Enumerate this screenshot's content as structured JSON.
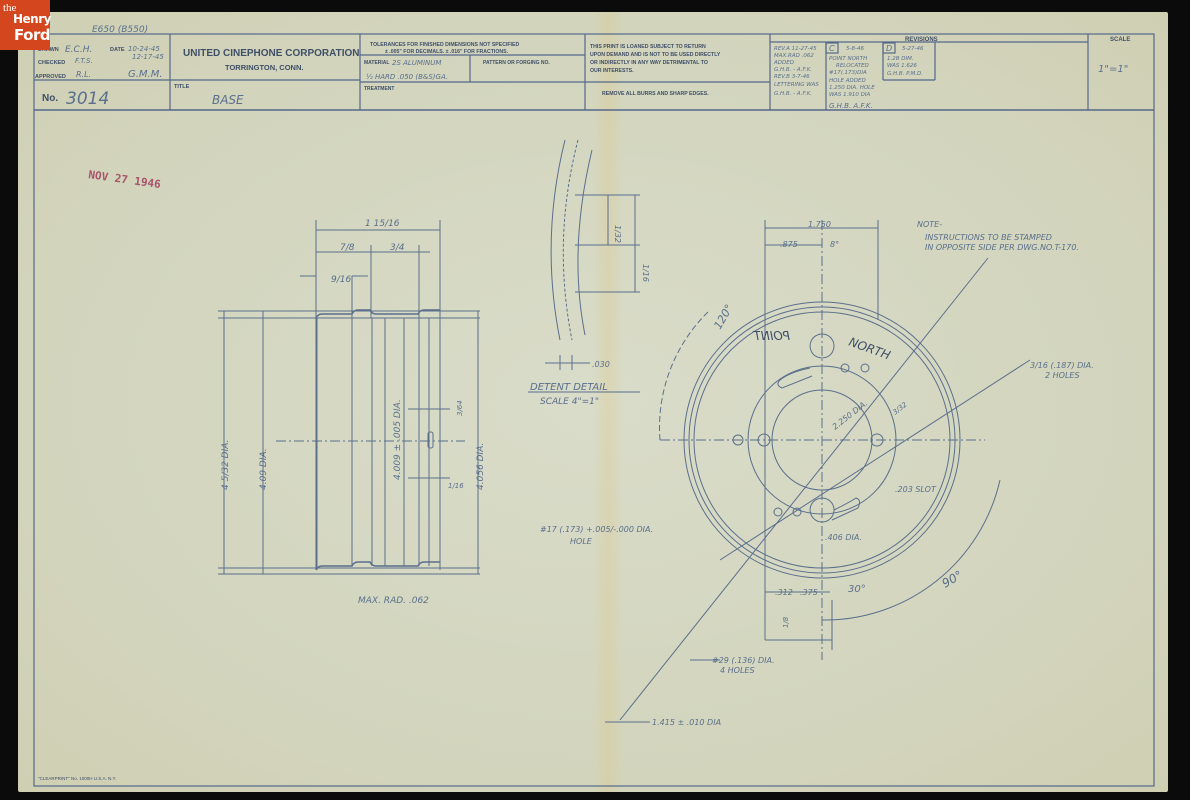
{
  "branding": {
    "the": "the",
    "henry": "Henry",
    "ford": "Ford",
    "color": "#d4471e"
  },
  "title_block": {
    "top_note": "E650 (B550)",
    "drawn_label": "DRAWN",
    "drawn_value": "E.C.H.",
    "date_label": "DATE",
    "date_values": [
      "10-24-45",
      "12-17-45"
    ],
    "checked_label": "CHECKED",
    "checked_value": "F.T.S.",
    "approved_label": "APPROVED",
    "approved_value": "R.L.",
    "approved_initials": "G.M.M.",
    "number_label": "No.",
    "number_value": "3014",
    "company_name": "UNITED CINEPHONE CORPORATION",
    "company_location": "TORRINGTON, CONN.",
    "title_label": "TITLE",
    "title_value": "BASE",
    "tolerances_line1": "TOLERANCES FOR FINISHED DIMENSIONS NOT SPECIFIED",
    "tolerances_line2": "± .005\" FOR DECIMALS.   ± .016\" FOR FRACTIONS.",
    "material_label": "MATERIAL",
    "material_value_1": "2S ALUMINUM",
    "material_value_2": "½ HARD .050 (B&S)GA.",
    "pattern_label": "PATTERN OR FORGING NO.",
    "treatment_label": "TREATMENT",
    "loan_notice": [
      "THIS PRINT IS LOANED SUBJECT TO RETURN",
      "UPON DEMAND AND IS NOT TO BE USED DIRECTLY",
      "OR INDIRECTLY IN ANY WAY DETRIMENTAL TO",
      "OUR INTERESTS."
    ],
    "burrs_notice": "REMOVE ALL BURRS AND SHARP EDGES.",
    "revisions_label": "REVISIONS",
    "revisions": [
      {
        "letter": "",
        "lines": [
          "REV.A 11-27-45",
          "MAX.RAD .062",
          "ADDED",
          "G.H.B. - A.F.K.",
          "REV.B 3-7-46",
          "LETTERING WAS",
          "G.H.B. - A.F.K."
        ]
      },
      {
        "letter": "C",
        "lines": [
          "5-8-46",
          "POINT NORTH",
          "RELOCATED",
          "#17(.173)DIA",
          "HOLE ADDED",
          "1.250 DIA. HOLE",
          "WAS 1.910 DIA",
          "G.H.B. A.F.K."
        ]
      },
      {
        "letter": "D",
        "lines": [
          "5-27-46",
          "1.2B DIM.",
          "WAS 1.626",
          "G.H.B. P.M.D."
        ]
      }
    ],
    "scale_label": "SCALE",
    "scale_value": "1\"=1\""
  },
  "stamp": {
    "text": "NOV 27 1946",
    "color": "#a8546a"
  },
  "side_view": {
    "dim_overall": "1 15/16",
    "dim_left": "7/8",
    "dim_right": "3/4",
    "dim_small": "9/16",
    "dia_outer": "4 5/32 DIA.",
    "dia_409": "4.09 DIA.",
    "dia_4009": "4.009 ± .005 DIA.",
    "dia_4056": "4.056 DIA.",
    "dim_64": "3/64",
    "dim_16": "1/16",
    "max_rad": "MAX. RAD. .062"
  },
  "detent_detail": {
    "dim_a": "1/32",
    "dim_b": "1/16",
    "dim_thickness": ".030",
    "title": "DETENT DETAIL",
    "scale": "SCALE 4\"=1\""
  },
  "hole_note": {
    "line1": "#17 (.173) +.005/-.000 DIA.",
    "line2": "HOLE"
  },
  "plan_view": {
    "dim_1750": "1.750",
    "dim_875": ".875",
    "dim_8deg": "8°",
    "note_title": "NOTE-",
    "note_line1": "INSTRUCTIONS TO BE STAMPED",
    "note_line2": "IN OPPOSITE SIDE PER DWG.NO.T-170.",
    "angle_120": "120°",
    "stamp_point": "POINT",
    "stamp_north": "NORTH",
    "dia_2250": "2.250 DIA.",
    "dim_3_32": "3/32",
    "holes_187": "3/16 (.187) DIA.",
    "holes_187_count": "2 HOLES",
    "slot": ".203 SLOT",
    "dia_406": ".406 DIA.",
    "dim_312": ".312",
    "dim_375": ".375",
    "angle_30": "30°",
    "angle_90": "90°",
    "dim_1_8": "1/8",
    "holes_136": "#29 (.136) DIA.",
    "holes_136_count": "4 HOLES",
    "dia_1415": "1.415 ± .010 DIA"
  },
  "footer": {
    "form_text": "\"CLEARPRINT\" No. 1000H  U.S.A. N.Y."
  }
}
